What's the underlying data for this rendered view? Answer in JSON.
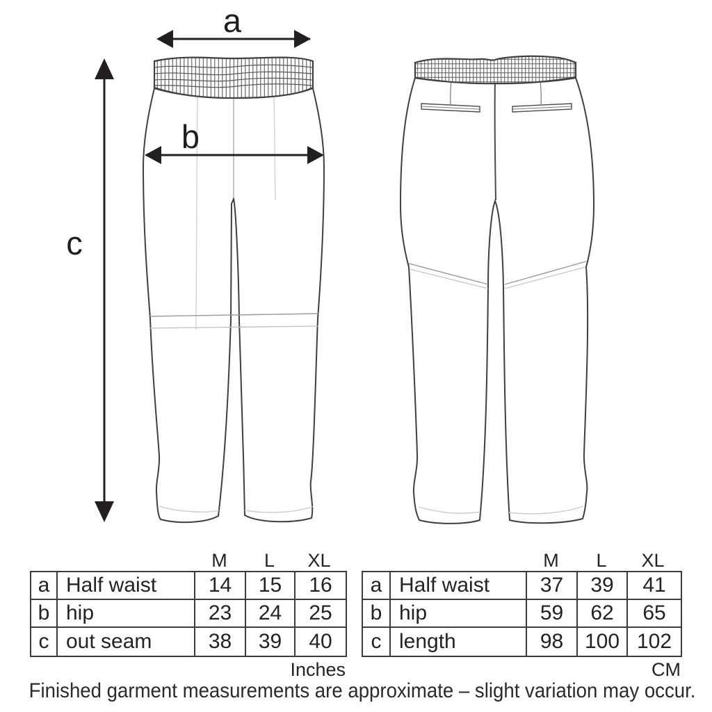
{
  "diagram": {
    "arrow_labels": {
      "a": "a",
      "b": "b",
      "c": "c"
    }
  },
  "tables": [
    {
      "unit_label": "Inches",
      "size_headers": [
        "M",
        "L",
        "XL"
      ],
      "rows": [
        {
          "key": "a",
          "label": "Half waist",
          "values": [
            "14",
            "15",
            "16"
          ]
        },
        {
          "key": "b",
          "label": "hip",
          "values": [
            "23",
            "24",
            "25"
          ]
        },
        {
          "key": "c",
          "label": "out seam",
          "values": [
            "38",
            "39",
            "40"
          ]
        }
      ]
    },
    {
      "unit_label": "CM",
      "size_headers": [
        "M",
        "L",
        "XL"
      ],
      "rows": [
        {
          "key": "a",
          "label": "Half waist",
          "values": [
            "37",
            "39",
            "41"
          ]
        },
        {
          "key": "b",
          "label": "hip",
          "values": [
            "59",
            "62",
            "65"
          ]
        },
        {
          "key": "c",
          "label": "length",
          "values": [
            "98",
            "100",
            "102"
          ]
        }
      ]
    }
  ],
  "footnote": "Finished garment measurements are approximate – slight variation may occur.",
  "colors": {
    "outline": "#3f3f3f",
    "arrow": "#231f20",
    "table_border": "#3b3b3b",
    "faint_seam": "#cccccc",
    "background": "#ffffff"
  }
}
